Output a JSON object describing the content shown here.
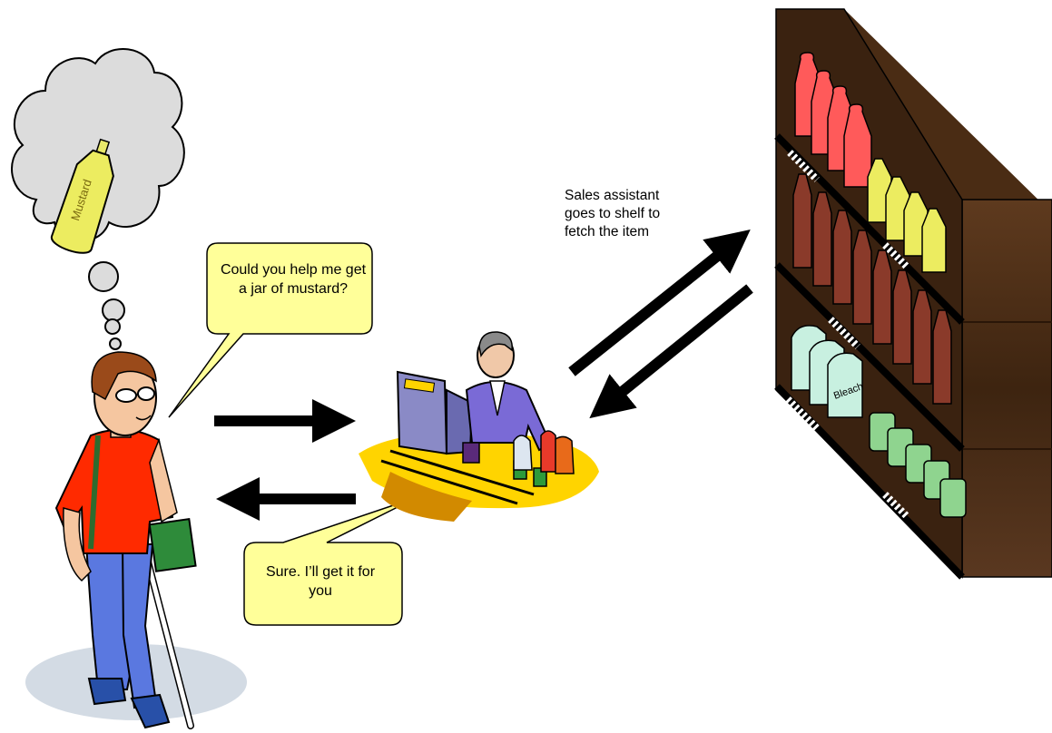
{
  "speech": {
    "customer_request": "Could you help me get a jar of mustard?",
    "assistant_reply": "Sure. I’ll get it for you"
  },
  "caption": {
    "assistant_action": "Sales assistant goes to shelf to fetch the item"
  },
  "product_labels": {
    "mustard": "Mustard",
    "bleach": "Bleach"
  },
  "colors": {
    "speech_bubble": "#ffff99",
    "thought_cloud": "#dcdcdc",
    "customer_shirt": "#ff2a00",
    "customer_pants": "#5a78e0",
    "mustard": "#ecec60",
    "shelf_wood": "#4a2c14",
    "counter": "#ffd400",
    "arrows": "#000000"
  }
}
